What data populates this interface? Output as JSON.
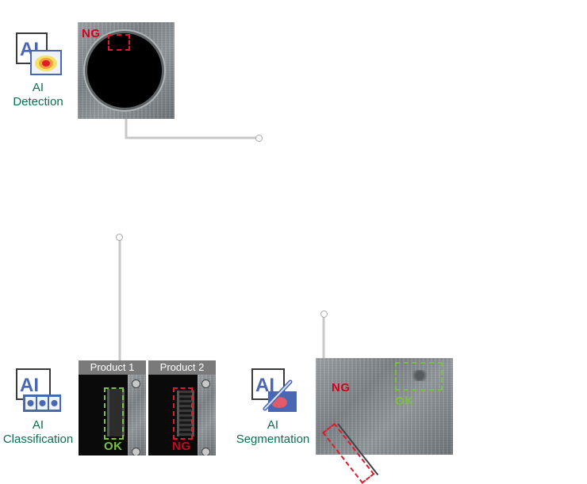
{
  "modules": [
    {
      "title_line1": "AI",
      "title_line2": "Detection",
      "result": "NG"
    },
    {
      "title_line1": "AI",
      "title_line2": "Classification",
      "products": [
        {
          "header": "Product 1",
          "result": "OK"
        },
        {
          "header": "Product 2",
          "result": "NG"
        }
      ]
    },
    {
      "title_line1": "AI",
      "title_line2": "Segmentation",
      "result_ng": "NG",
      "result_ok": "OK"
    }
  ],
  "icon_labels": {
    "ai": "AI"
  },
  "colors": {
    "label_green": "#0f6b52",
    "ng_red": "#d0021b",
    "ok_green": "#7ac142",
    "icon_blue": "#4a67b3",
    "connector_gray": "#c8c8c8"
  }
}
